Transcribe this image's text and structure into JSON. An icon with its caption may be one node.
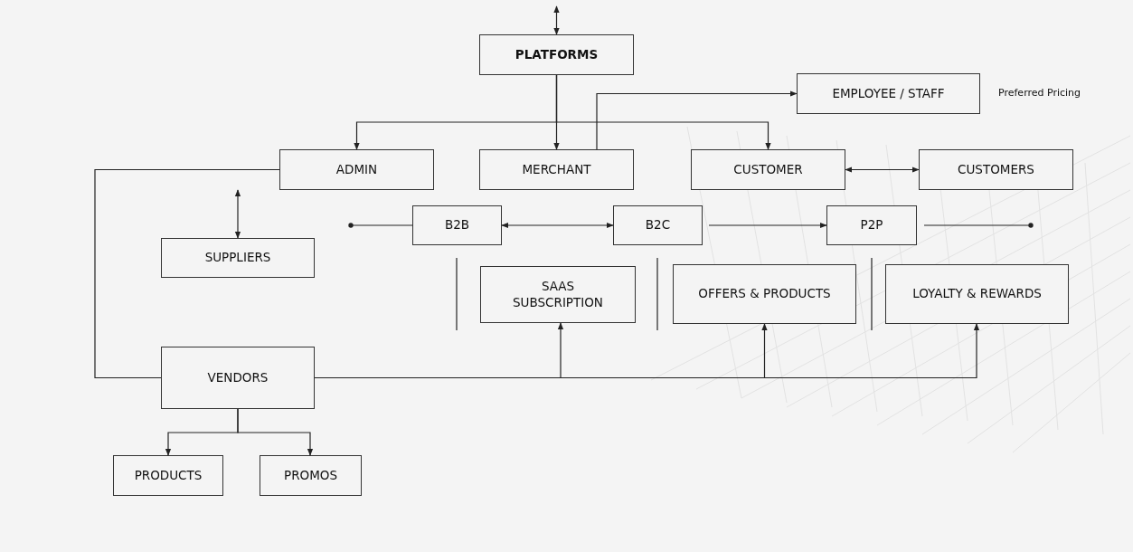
{
  "diagram": {
    "nodes": [
      {
        "text": [
          "PLATFORMS"
        ]
      },
      {
        "text": [
          "EMPLOYEE / STAFF"
        ],
        "beside": [
          "Preferred Pricing"
        ]
      },
      {
        "text": [
          "ADMIN"
        ]
      },
      {
        "text": [
          "MERCHANT"
        ]
      },
      {
        "text": [
          "CUSTOMER"
        ]
      },
      {
        "text": [
          "CUSTOMERS"
        ]
      },
      {
        "text": [
          "B2B"
        ]
      },
      {
        "text": [
          "B2C"
        ]
      },
      {
        "text": [
          "P2P"
        ]
      },
      {
        "text": [
          "SUPPLIERS"
        ]
      },
      {
        "text": [
          "SAAS SUBSCRIPTION"
        ]
      },
      {
        "text": [
          "OFFERS & PRODUCTS"
        ]
      },
      {
        "text": [
          "LOYALTY & REWARDS"
        ]
      },
      {
        "text": [
          "VENDORS"
        ]
      },
      {
        "text": [
          "PRODUCTS"
        ]
      },
      {
        "text": [
          "PROMOS"
        ]
      }
    ],
    "edges": [
      {
        "from": null,
        "to": 0,
        "arrow": "both"
      },
      {
        "from": 0,
        "to": 3,
        "arrow": "to"
      },
      {
        "from": 0,
        "to": 2,
        "arrow": "to"
      },
      {
        "from": 0,
        "to": 4,
        "arrow": "to"
      },
      {
        "from": 3,
        "to": 1,
        "arrow": "to"
      },
      {
        "from": 4,
        "to": 5,
        "arrow": "both"
      },
      {
        "from": 2,
        "to": 9,
        "arrow": "both"
      },
      {
        "from": 2,
        "to": 13,
        "arrow": "none"
      },
      {
        "from": null,
        "to": 6,
        "arrow": "other"
      },
      {
        "from": 6,
        "to": 7,
        "arrow": "both"
      },
      {
        "from": 7,
        "to": 8,
        "arrow": "to"
      },
      {
        "from": 8,
        "to": null,
        "arrow": "other"
      },
      {
        "from": 13,
        "to": 10,
        "arrow": "to"
      },
      {
        "from": 13,
        "to": 11,
        "arrow": "to"
      },
      {
        "from": 13,
        "to": 12,
        "arrow": "to"
      },
      {
        "from": 13,
        "to": 14,
        "arrow": "to"
      },
      {
        "from": 13,
        "to": 15,
        "arrow": "to"
      }
    ]
  }
}
